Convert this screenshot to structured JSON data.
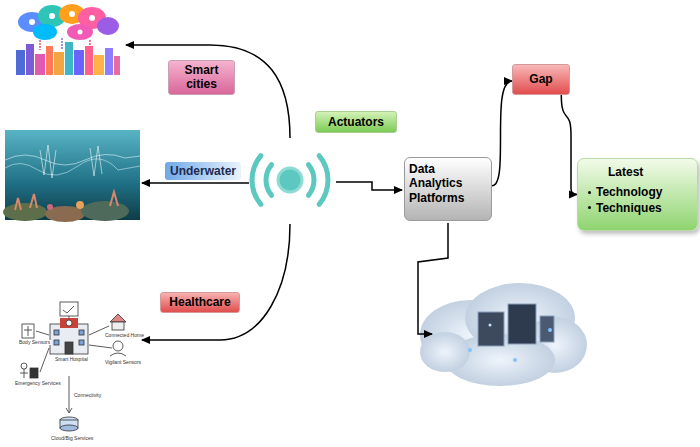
{
  "diagram": {
    "nodes": [
      {
        "text": [
          "Smart cities"
        ]
      },
      {
        "text": [
          "Actuators"
        ]
      },
      {
        "text": [
          "Underwater"
        ]
      },
      {
        "text": [
          "Healthcare"
        ]
      },
      {
        "text": [
          "Data Analytics Platforms"
        ]
      },
      {
        "text": [
          "Gap"
        ]
      },
      {
        "text": [
          "Latest",
          "Technology",
          "Techniques"
        ]
      }
    ],
    "edges": [
      {
        "from": 4,
        "to": 5,
        "arrow": "to"
      },
      {
        "from": 5,
        "to": 6,
        "arrow": "to"
      }
    ],
    "labels": [
      "Body Sensors",
      "Smart Hospital",
      "Emergency Services",
      "Connected Home",
      "Vigilant Sensors",
      "Connectivity",
      "Cloud/Big Services"
    ]
  }
}
